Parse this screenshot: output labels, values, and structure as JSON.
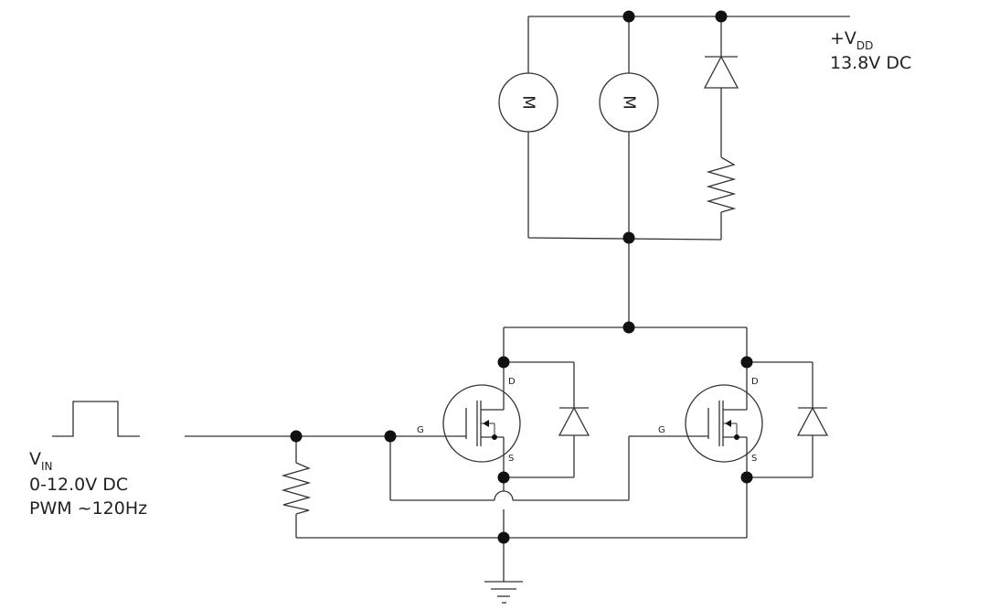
{
  "supply": {
    "label_prefix": "+V",
    "label_sub": "DD",
    "value": "13.8V DC"
  },
  "input": {
    "label_prefix": "V",
    "label_sub": "IN",
    "range": "0-12.0V DC",
    "pwm": "PWM ~120Hz"
  },
  "motors": {
    "symbol": "M"
  },
  "mosfet_pins": {
    "drain": "D",
    "source": "S",
    "gate": "G"
  }
}
